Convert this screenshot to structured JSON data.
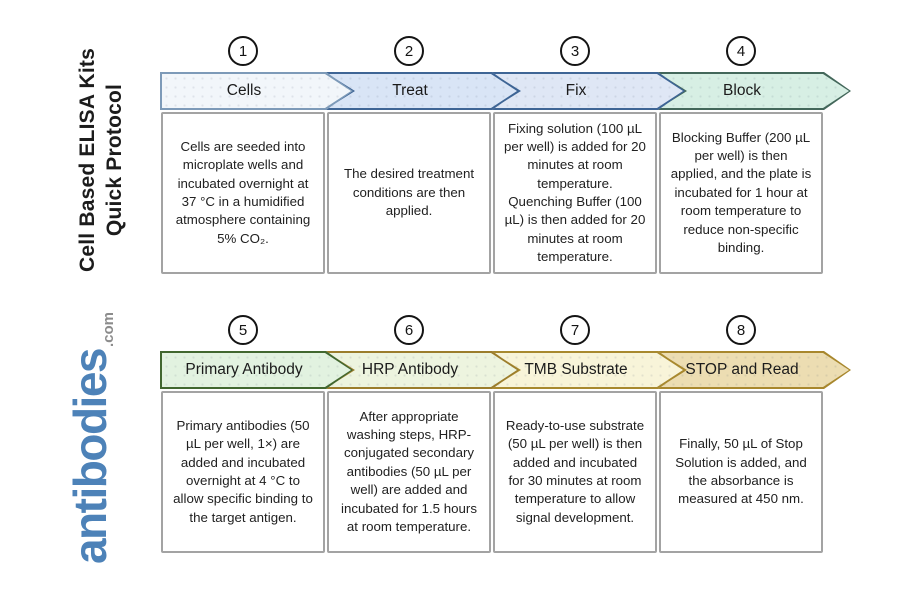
{
  "sidebar": {
    "title_line1": "Cell Based ELISA Kits",
    "title_line2": "Quick Protocol",
    "title_color": "#1c1c1c",
    "logo_text": "antibodies",
    "logo_suffix": ".com",
    "logo_color": "#4d82b8",
    "logo_suffix_color": "#8c8c8c"
  },
  "steps": [
    {
      "number": "1",
      "label": "Cells",
      "fill": "#f2f6fa",
      "border": "#7d9ab8",
      "description": "Cells are seeded into microplate wells and incubated overnight at 37 °C in a humidified atmosphere containing 5% CO₂."
    },
    {
      "number": "2",
      "label": "Treat",
      "fill": "#d9e5f6",
      "border": "#3e6595",
      "description": "The desired treatment conditions are then applied."
    },
    {
      "number": "3",
      "label": "Fix",
      "fill": "#dfe7f5",
      "border": "#3e6595",
      "description": "Fixing solution (100 µL per well) is added for 20 minutes at room temperature. Quenching Buffer (100 µL) is then added for 20 minutes at room temperature."
    },
    {
      "number": "4",
      "label": "Block",
      "fill": "#d7efe4",
      "border": "#43675a",
      "description": "Blocking Buffer (200 µL per well) is then applied, and the plate is incubated for 1 hour at room temperature to reduce non-specific binding."
    },
    {
      "number": "5",
      "label": "Primary Antibody",
      "fill": "#e2f2e0",
      "border": "#41672f",
      "description": "Primary antibodies (50 µL per well, 1×) are added and incubated overnight at 4 °C to allow specific binding to the target antigen."
    },
    {
      "number": "6",
      "label": "HRP Antibody",
      "fill": "#edf4df",
      "border": "#9b7d2c",
      "description": "After appropriate washing steps, HRP-conjugated secondary antibodies (50 µL per well) are added and incubated for 1.5 hours at room temperature."
    },
    {
      "number": "7",
      "label": "TMB Substrate",
      "fill": "#f8f4d9",
      "border": "#a8892f",
      "description": "Ready-to-use substrate (50 µL per well) is then added and incubated for 30 minutes at room temperature to allow signal development."
    },
    {
      "number": "8",
      "label": "STOP and Read",
      "fill": "#ecddb2",
      "border": "#a8872d",
      "description": "Finally, 50 µL of Stop Solution is added, and the absorbance is measured at 450 nm."
    }
  ]
}
